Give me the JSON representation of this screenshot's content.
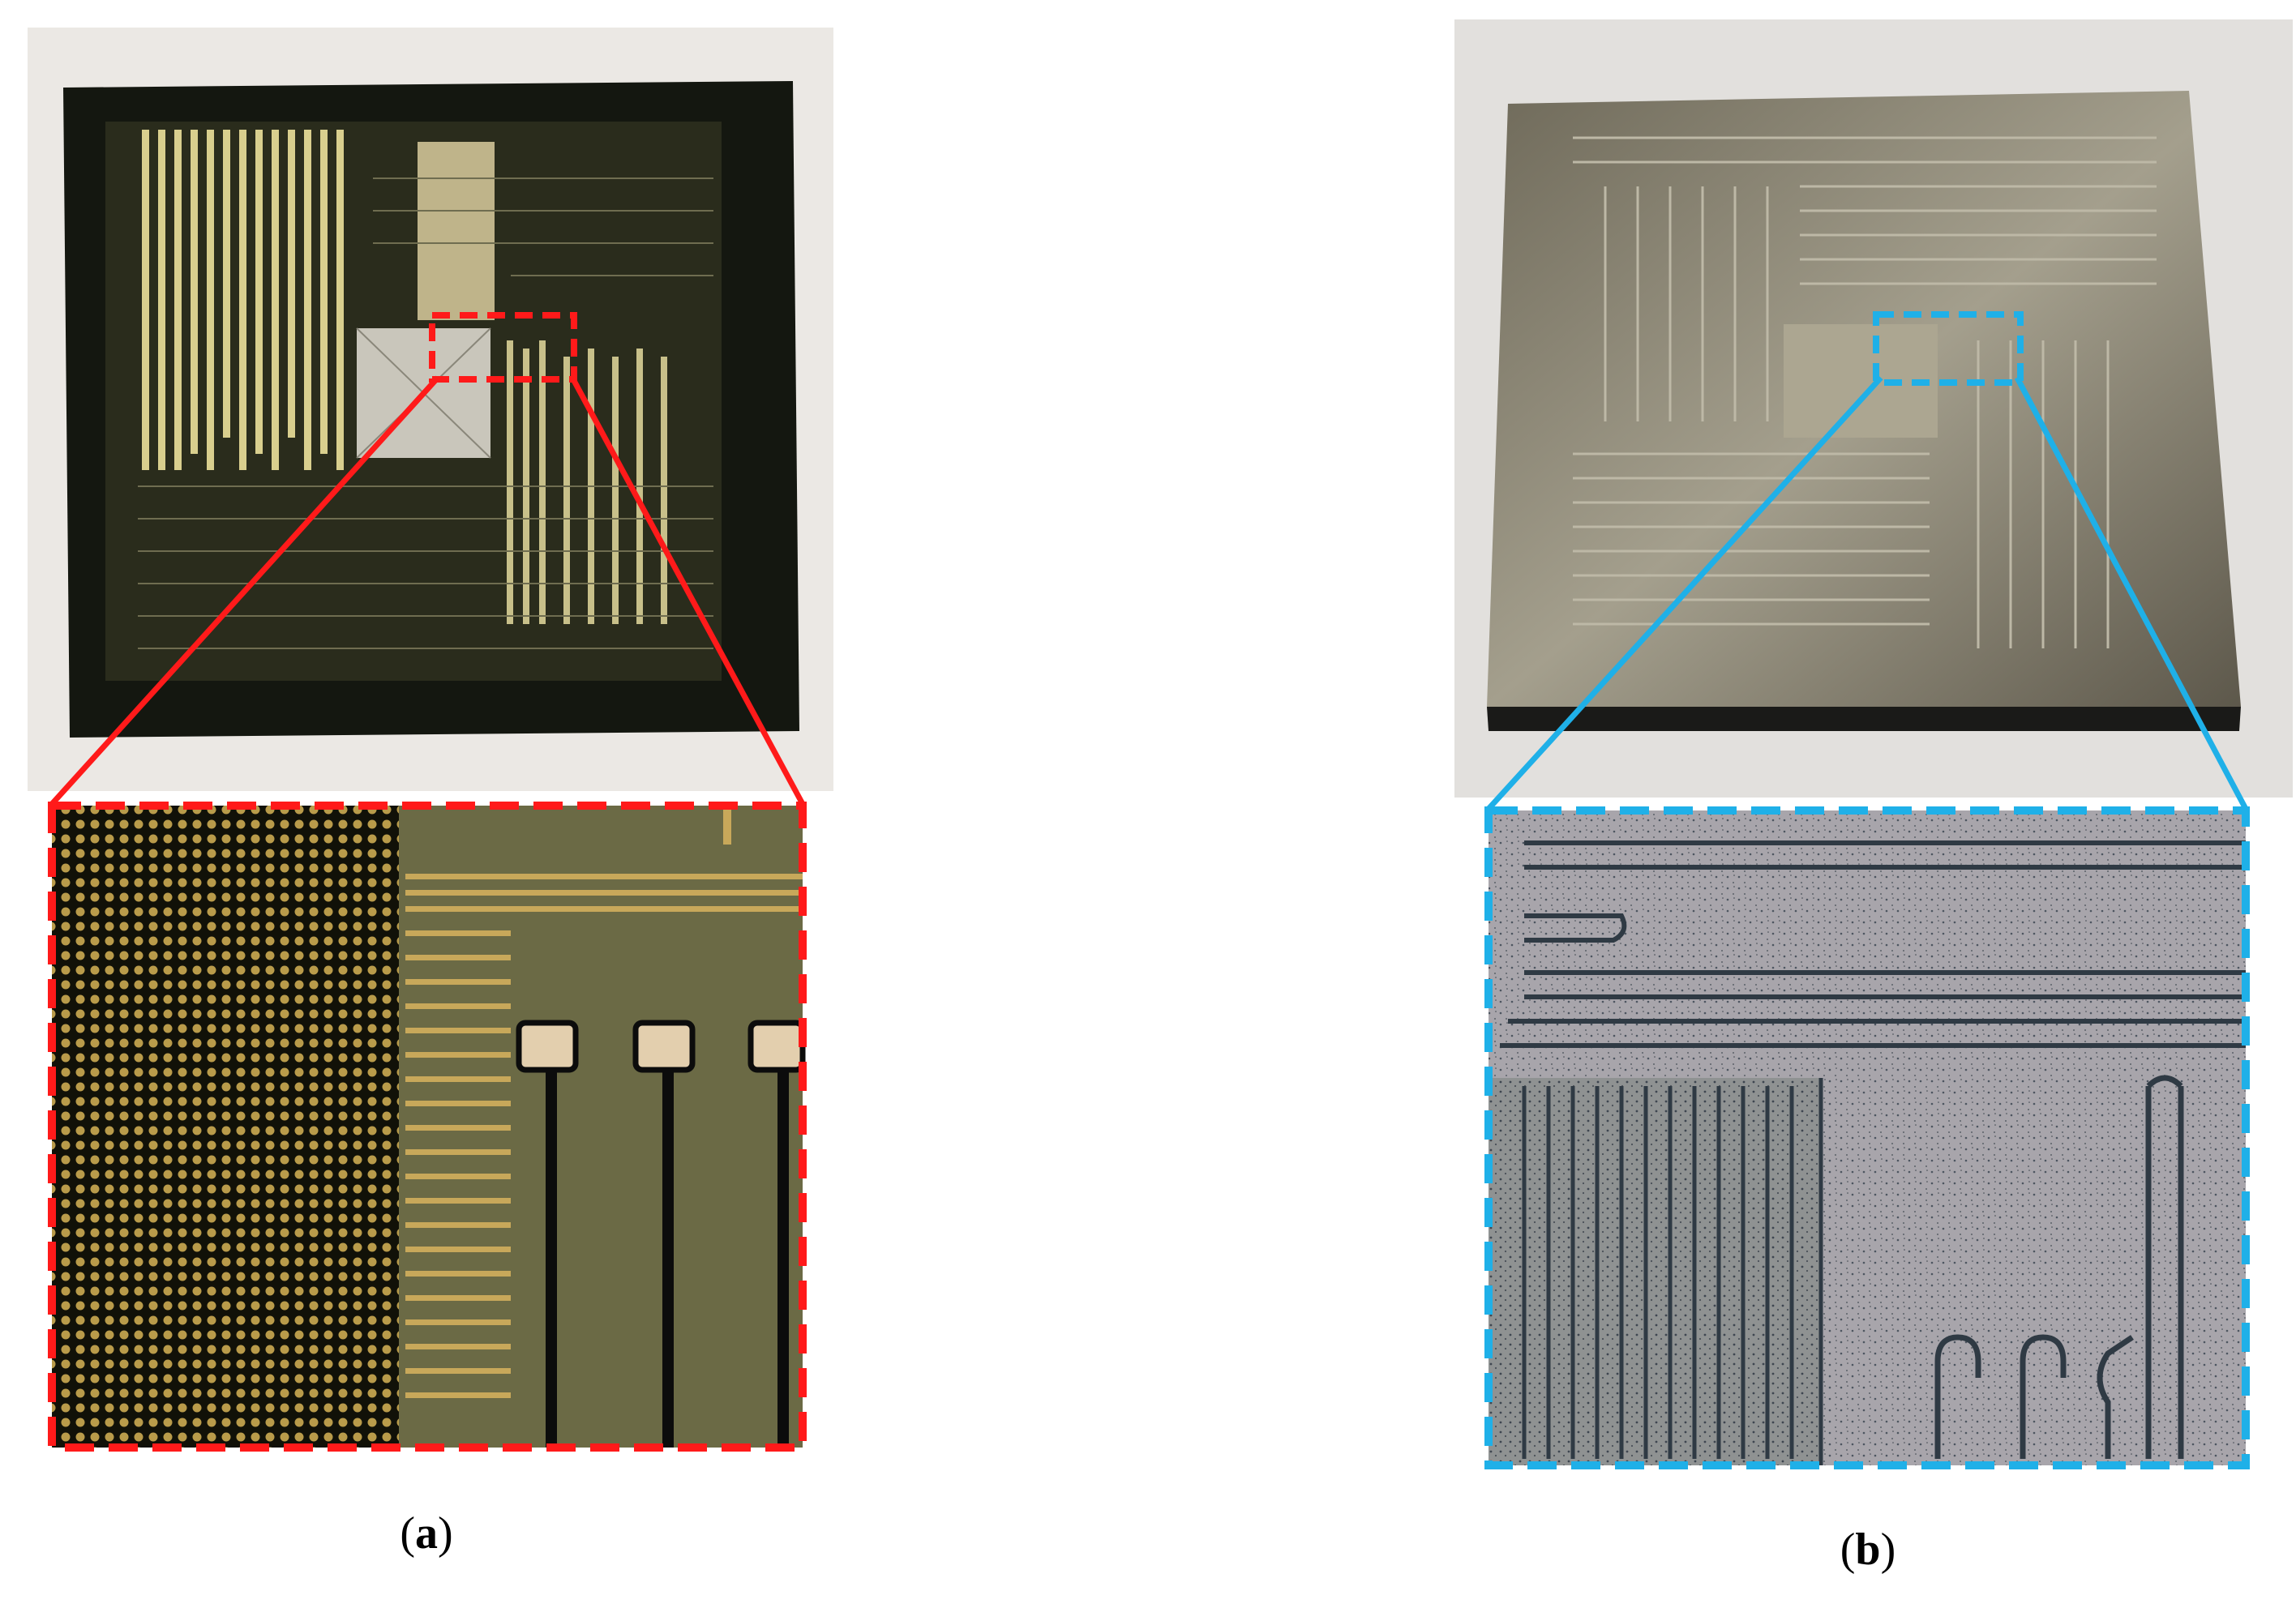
{
  "figure": {
    "panels": [
      {
        "id": "a",
        "label_open": "(",
        "label_letter": "a",
        "label_close": ")",
        "accent_color": "#ff1a1a"
      },
      {
        "id": "b",
        "label_open": "(",
        "label_letter": "b",
        "label_close": ")",
        "accent_color": "#1fb0e8"
      }
    ]
  },
  "colors": {
    "background": "#ffffff",
    "chip_a_dark": "#141710",
    "chip_a_gold": "#cfc27a",
    "chip_b_metal": "#8f8a78",
    "zoom_a_bg": "#6b6a45",
    "zoom_b_bg": "#a6a3a9"
  }
}
